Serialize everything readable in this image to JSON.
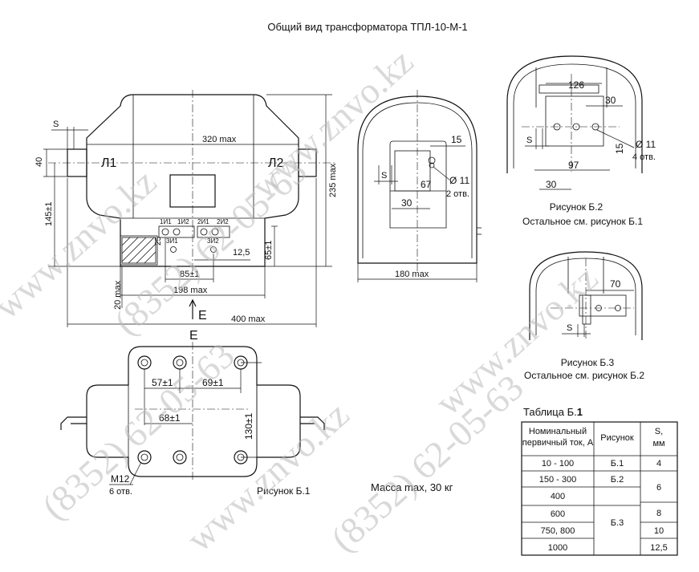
{
  "title": "Общий вид трансформатора ТПЛ-10-М-1",
  "front_view": {
    "term_l1": "Л1",
    "term_l2": "Л2",
    "d_320": "320 max",
    "d_235": "235 max",
    "d_145": "145±1",
    "d_40": "40",
    "d_s": "S",
    "d_25": "25",
    "d_65": "65±1",
    "d_125": "12,5",
    "d_85": "85±1",
    "d_198": "198 max",
    "d_20": "20 max",
    "d_400": "400 max",
    "section_mark": "E",
    "sec_labels": [
      "1И1",
      "1И2",
      "3И1",
      "2И1",
      "2И2",
      "3И2"
    ]
  },
  "side_view": {
    "d_15": "15",
    "d_hole": "Ø 11",
    "d_holes": "2 отв.",
    "d_67": "67",
    "d_30": "30",
    "d_180": "180 max",
    "d_s": "S"
  },
  "fig_b2": {
    "d_126": "126",
    "d_30a": "30",
    "d_hole": "Ø 11",
    "d_holes": "4 отв.",
    "d_15": "15",
    "d_97": "97",
    "d_30b": "30",
    "d_s": "S",
    "caption1": "Рисунок Б.2",
    "caption2": "Остальное см. рисунок Б.1"
  },
  "fig_b3": {
    "d_70": "70",
    "d_s": "S",
    "caption1": "Рисунок Б.3",
    "caption2": "Остальное см. рисунок Б.2"
  },
  "bottom_view": {
    "section_mark": "E",
    "d_57": "57±1",
    "d_69": "69±1",
    "d_68": "68±1",
    "d_130": "130±1",
    "bolt": "М12",
    "bolt_count": "6 отв.",
    "caption": "Рисунок Б.1"
  },
  "mass": "Масса max, 30 кг",
  "table": {
    "caption_prefix": "Таблица Б.",
    "caption_num": "1",
    "headers": [
      "Номинальный первичный ток, А",
      "Рисунок",
      "S, мм"
    ],
    "header_line1": "Номинальный",
    "header_line2": "первичный ток, А",
    "s_line1": "S,",
    "s_line2": "мм",
    "rows": [
      {
        "current": "10 - 100",
        "figure": "Б.1",
        "s": "4"
      },
      {
        "current": "150 - 300",
        "figure": "Б.2",
        "s": "6"
      },
      {
        "current": "400",
        "figure": "",
        "s": ""
      },
      {
        "current": "600",
        "figure": "Б.3",
        "s": "8"
      },
      {
        "current": "750, 800",
        "figure": "",
        "s": "10"
      },
      {
        "current": "1000",
        "figure": "",
        "s": "12,5"
      }
    ]
  },
  "watermark": {
    "text1": "www.znvo.kz",
    "text2": "(8352) 62-05-63"
  }
}
